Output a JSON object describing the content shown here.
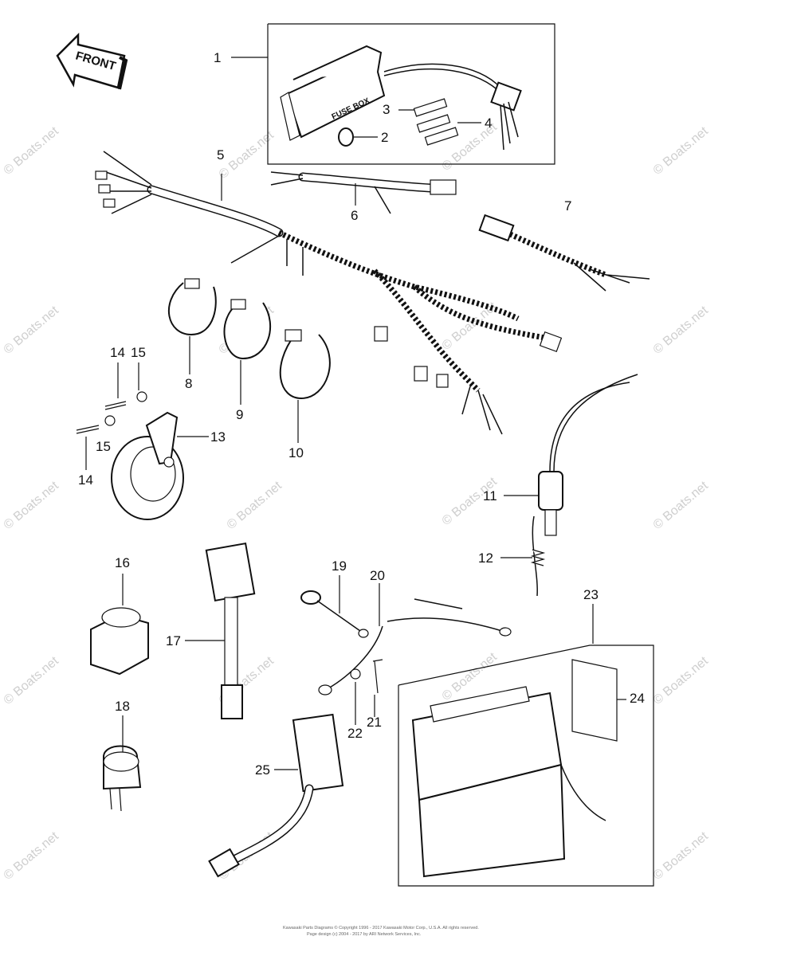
{
  "front_label": "FRONT",
  "fuse_box_label": "FUSE BOX",
  "watermark": "© Boats.net",
  "footer_line1": "Kawasaki Parts Diagrams © Copyright 1996 - 2017 Kawasaki Motor Corp., U.S.A. All rights reserved.",
  "footer_line2": "Page design (c) 2004 - 2017 by ARI Network Services, Inc.",
  "callouts": {
    "c1": "1",
    "c2": "2",
    "c3": "3",
    "c4": "4",
    "c5": "5",
    "c6": "6",
    "c7": "7",
    "c8": "8",
    "c9": "9",
    "c10": "10",
    "c11": "11",
    "c12": "12",
    "c13": "13",
    "c14a": "14",
    "c14b": "14",
    "c15a": "15",
    "c15b": "15",
    "c16": "16",
    "c17": "17",
    "c18": "18",
    "c19": "19",
    "c20": "20",
    "c21": "21",
    "c22": "22",
    "c23": "23",
    "c24": "24",
    "c25": "25"
  }
}
